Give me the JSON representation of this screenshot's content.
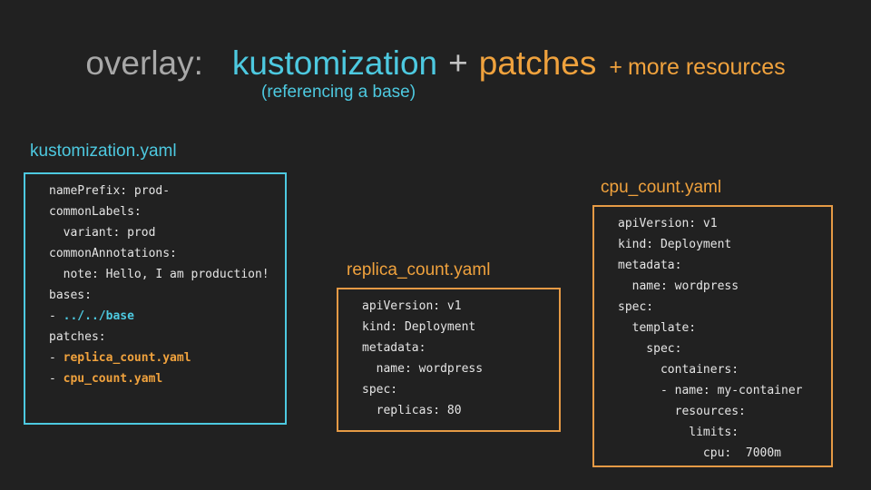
{
  "title": {
    "overlay": "overlay:",
    "kustomization": "kustomization",
    "plus1": "+",
    "patches": "patches",
    "plus2": "+",
    "more_resources": "more resources",
    "subtitle": "(referencing a base)"
  },
  "colors": {
    "cyan": "#4dc9e0",
    "orange": "#f0a23d",
    "orange_border": "#e59a45",
    "gray": "#a8a8a8",
    "plus_gray": "#c2c2c2",
    "code": "#e5e5e5",
    "bg": "#212121"
  },
  "boxes": {
    "kustomization": {
      "label": "kustomization.yaml",
      "lines": [
        {
          "text": "namePrefix: prod-"
        },
        {
          "text": "commonLabels:"
        },
        {
          "text": "  variant: prod"
        },
        {
          "text": "commonAnnotations:"
        },
        {
          "text": "  note: Hello, I am production!"
        },
        {
          "text": "bases:"
        },
        {
          "prefix": "- ",
          "text": "../../base",
          "color": "cyan"
        },
        {
          "text": "patches:"
        },
        {
          "prefix": "- ",
          "text": "replica_count.yaml",
          "color": "orange"
        },
        {
          "prefix": "- ",
          "text": "cpu_count.yaml",
          "color": "orange"
        }
      ]
    },
    "replica_count": {
      "label": "replica_count.yaml",
      "lines": [
        {
          "text": "apiVersion: v1"
        },
        {
          "text": "kind: Deployment"
        },
        {
          "text": "metadata:"
        },
        {
          "text": "  name: wordpress"
        },
        {
          "text": "spec:"
        },
        {
          "text": "  replicas: 80"
        }
      ]
    },
    "cpu_count": {
      "label": "cpu_count.yaml",
      "lines": [
        {
          "text": "apiVersion: v1"
        },
        {
          "text": "kind: Deployment"
        },
        {
          "text": "metadata:"
        },
        {
          "text": "  name: wordpress"
        },
        {
          "text": "spec:"
        },
        {
          "text": "  template:"
        },
        {
          "text": "    spec:"
        },
        {
          "text": "      containers:"
        },
        {
          "text": "      - name: my-container"
        },
        {
          "text": "        resources:"
        },
        {
          "text": "          limits:"
        },
        {
          "text": "            cpu:  7000m"
        }
      ]
    }
  }
}
